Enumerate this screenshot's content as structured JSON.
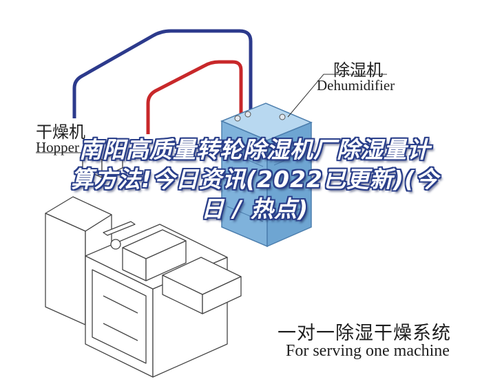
{
  "labels": {
    "dehumidifier_cn": "除湿机",
    "dehumidifier_en": "Dehumidifier",
    "hopper_cn": "干燥机",
    "hopper_en": "Hopper"
  },
  "caption": {
    "cn": "一对一除湿干燥系统",
    "en": "For serving one machine"
  },
  "overlay_title": "南阳高质量转轮除湿机厂除湿量计算方法!今日资讯(2022已更新)(今日 / 热点)",
  "colors": {
    "pipe_blue": "#2c3a8c",
    "pipe_red": "#c8282a",
    "unit_blue": "#86b9df",
    "overlay_outline": "#2a3f8a"
  }
}
